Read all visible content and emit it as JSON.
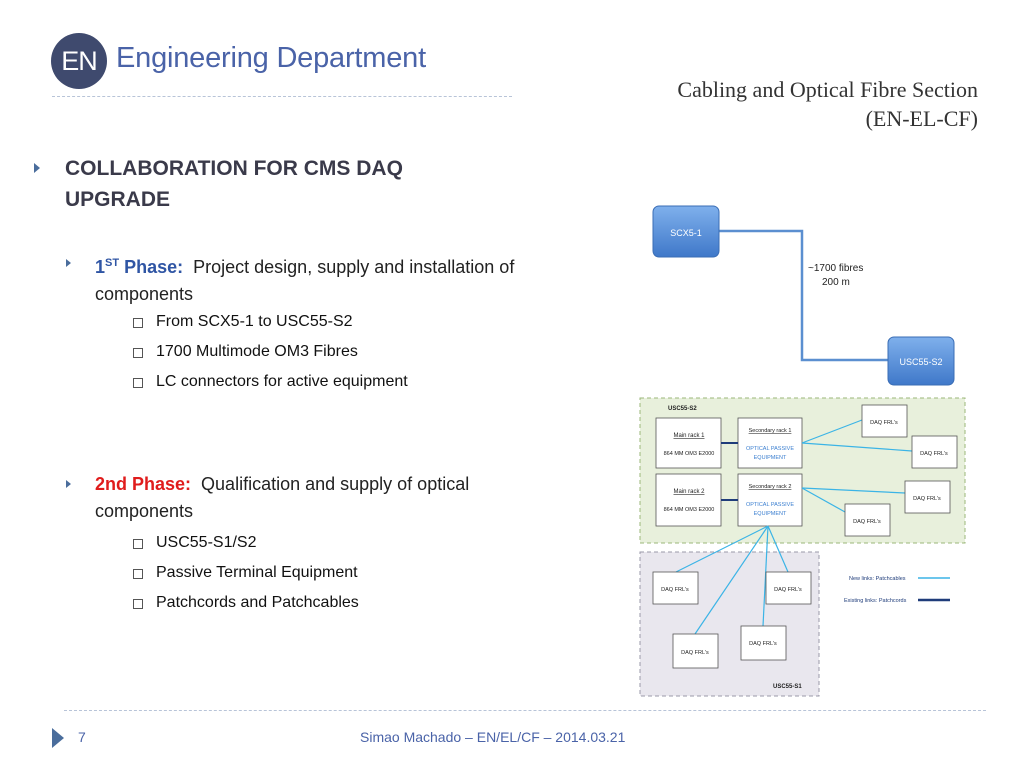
{
  "header": {
    "logo_text": "EN",
    "department": "Engineering Department",
    "section_line1": "Cabling and Optical Fibre Section",
    "section_line2": "(EN-EL-CF)"
  },
  "main": {
    "heading_line1": "COLLABORATION FOR CMS DAQ",
    "heading_line2": "UPGRADE",
    "phase1": {
      "label_prefix": "1",
      "label_sup": "ST",
      "label_suffix": " Phase:",
      "text_line1": "Project design,  supply and installation of",
      "text_line2": "components",
      "items": [
        "From SCX5-1 to USC55-S2",
        "1700 Multimode OM3 Fibres",
        "LC connectors for active equipment"
      ]
    },
    "phase2": {
      "label": "2nd Phase:",
      "text_line1": "Qualification and supply of optical",
      "text_line2": "components",
      "items": [
        "USC55-S1/S2",
        "Passive Terminal Equipment",
        "Patchcords and Patchcables"
      ]
    }
  },
  "diagram": {
    "scx_label": "SCX5-1",
    "usc_label": "USC55-S2",
    "fibre_count": "~1700 fibres",
    "fibre_length": "200 m",
    "zone_s2_label": "USC55-S2",
    "zone_s1_label": "USC55-S1",
    "main_rack_1": "Main rack 1",
    "main_rack_2": "Main rack 2",
    "main_rack_sub": "864 MM OM3 E2000",
    "sec_rack_1": "Secondary rack 1",
    "sec_rack_2": "Secondary rack 2",
    "passive_line1": "OPTICAL PASSIVE",
    "passive_line2": "EQUIPMENT",
    "daq_label": "DAQ FRL's",
    "legend_new": "New links: Patchcables",
    "legend_existing": "Existing links: Patchcords",
    "colors": {
      "blue_box": "#4a86d6",
      "new_link": "#3bb4e6",
      "existing_link": "#1f3c7a",
      "zone_green": "#e8f0dc",
      "zone_grey": "#e9e7ee"
    }
  },
  "footer": {
    "page_number": "7",
    "text": "Simao Machado – EN/EL/CF – 2014.03.21"
  }
}
